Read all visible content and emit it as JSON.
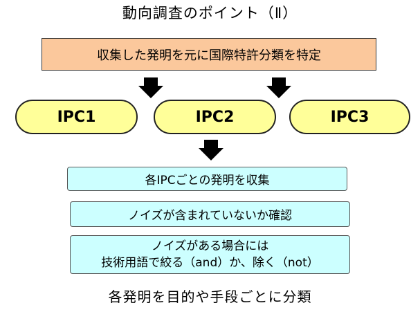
{
  "title": "動向調査のポイント（Ⅱ）",
  "top_box": "収集した発明を元に国際特許分類を特定",
  "ipc_classes": [
    "IPC1",
    "IPC2",
    "IPC3"
  ],
  "steps": {
    "collect": "各IPCごとの発明を収集",
    "check_noise": "ノイズが含まれていないか確認",
    "noise_line1": "ノイズがある場合には",
    "noise_line2": "技術用語で絞る（and）か、除く（not）"
  },
  "footer": "各発明を目的や手段ごとに分類",
  "colors": {
    "top_box": "#fbc89c",
    "ipc_pill": "#ffff99",
    "step_box": "#ccffff"
  }
}
